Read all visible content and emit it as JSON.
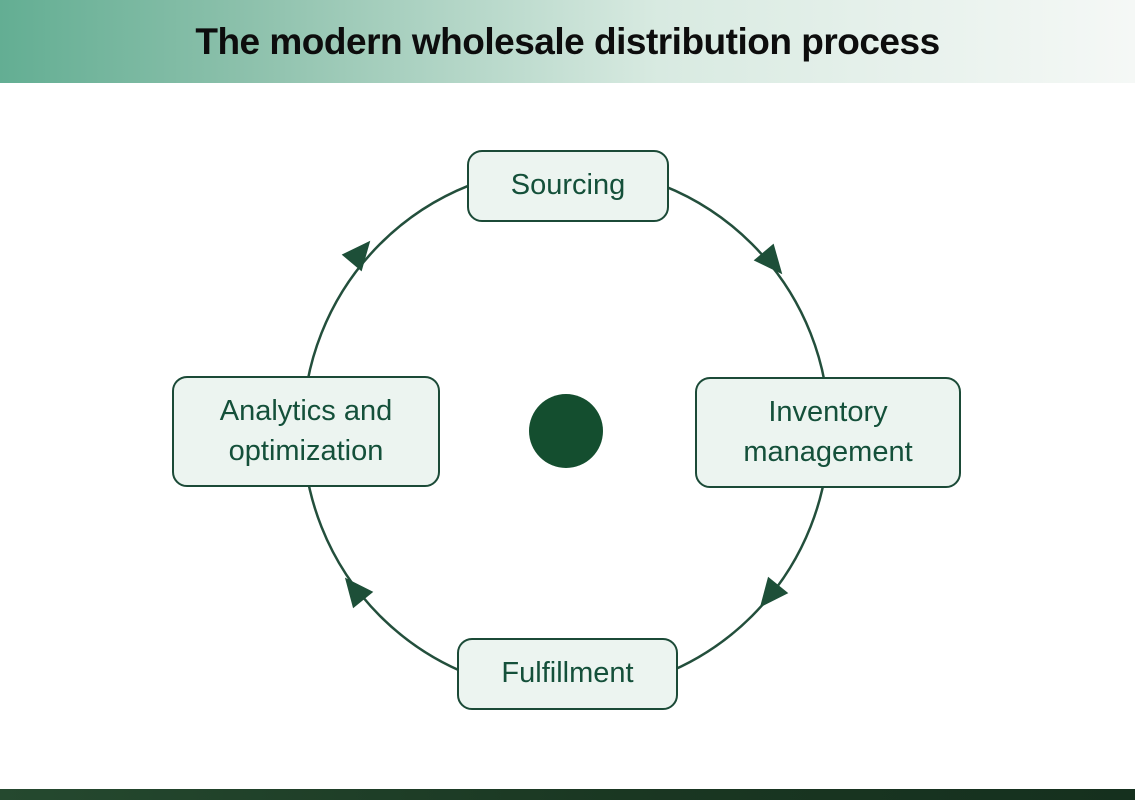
{
  "header": {
    "title": "The modern wholesale distribution process"
  },
  "diagram": {
    "type": "cycle",
    "flow_direction": "clockwise",
    "nodes": [
      {
        "id": "sourcing",
        "label": "Sourcing",
        "position": "top"
      },
      {
        "id": "inventory-management",
        "label": "Inventory management",
        "position": "right"
      },
      {
        "id": "fulfillment",
        "label": "Fulfillment",
        "position": "bottom"
      },
      {
        "id": "analytics-optimization",
        "label": "Analytics and optimization",
        "position": "left"
      }
    ],
    "colors": {
      "header_gradient_start": "#63ae93",
      "header_gradient_end": "#f5f8f6",
      "title_text": "#0d0d0d",
      "node_fill": "#ecf4f0",
      "node_border": "#1b4a37",
      "node_text": "#14503a",
      "circle_stroke": "#234f3c",
      "arrow_fill": "#1d4f38",
      "center_dot": "#144e2f",
      "footer_bar": "#1a3722"
    }
  }
}
